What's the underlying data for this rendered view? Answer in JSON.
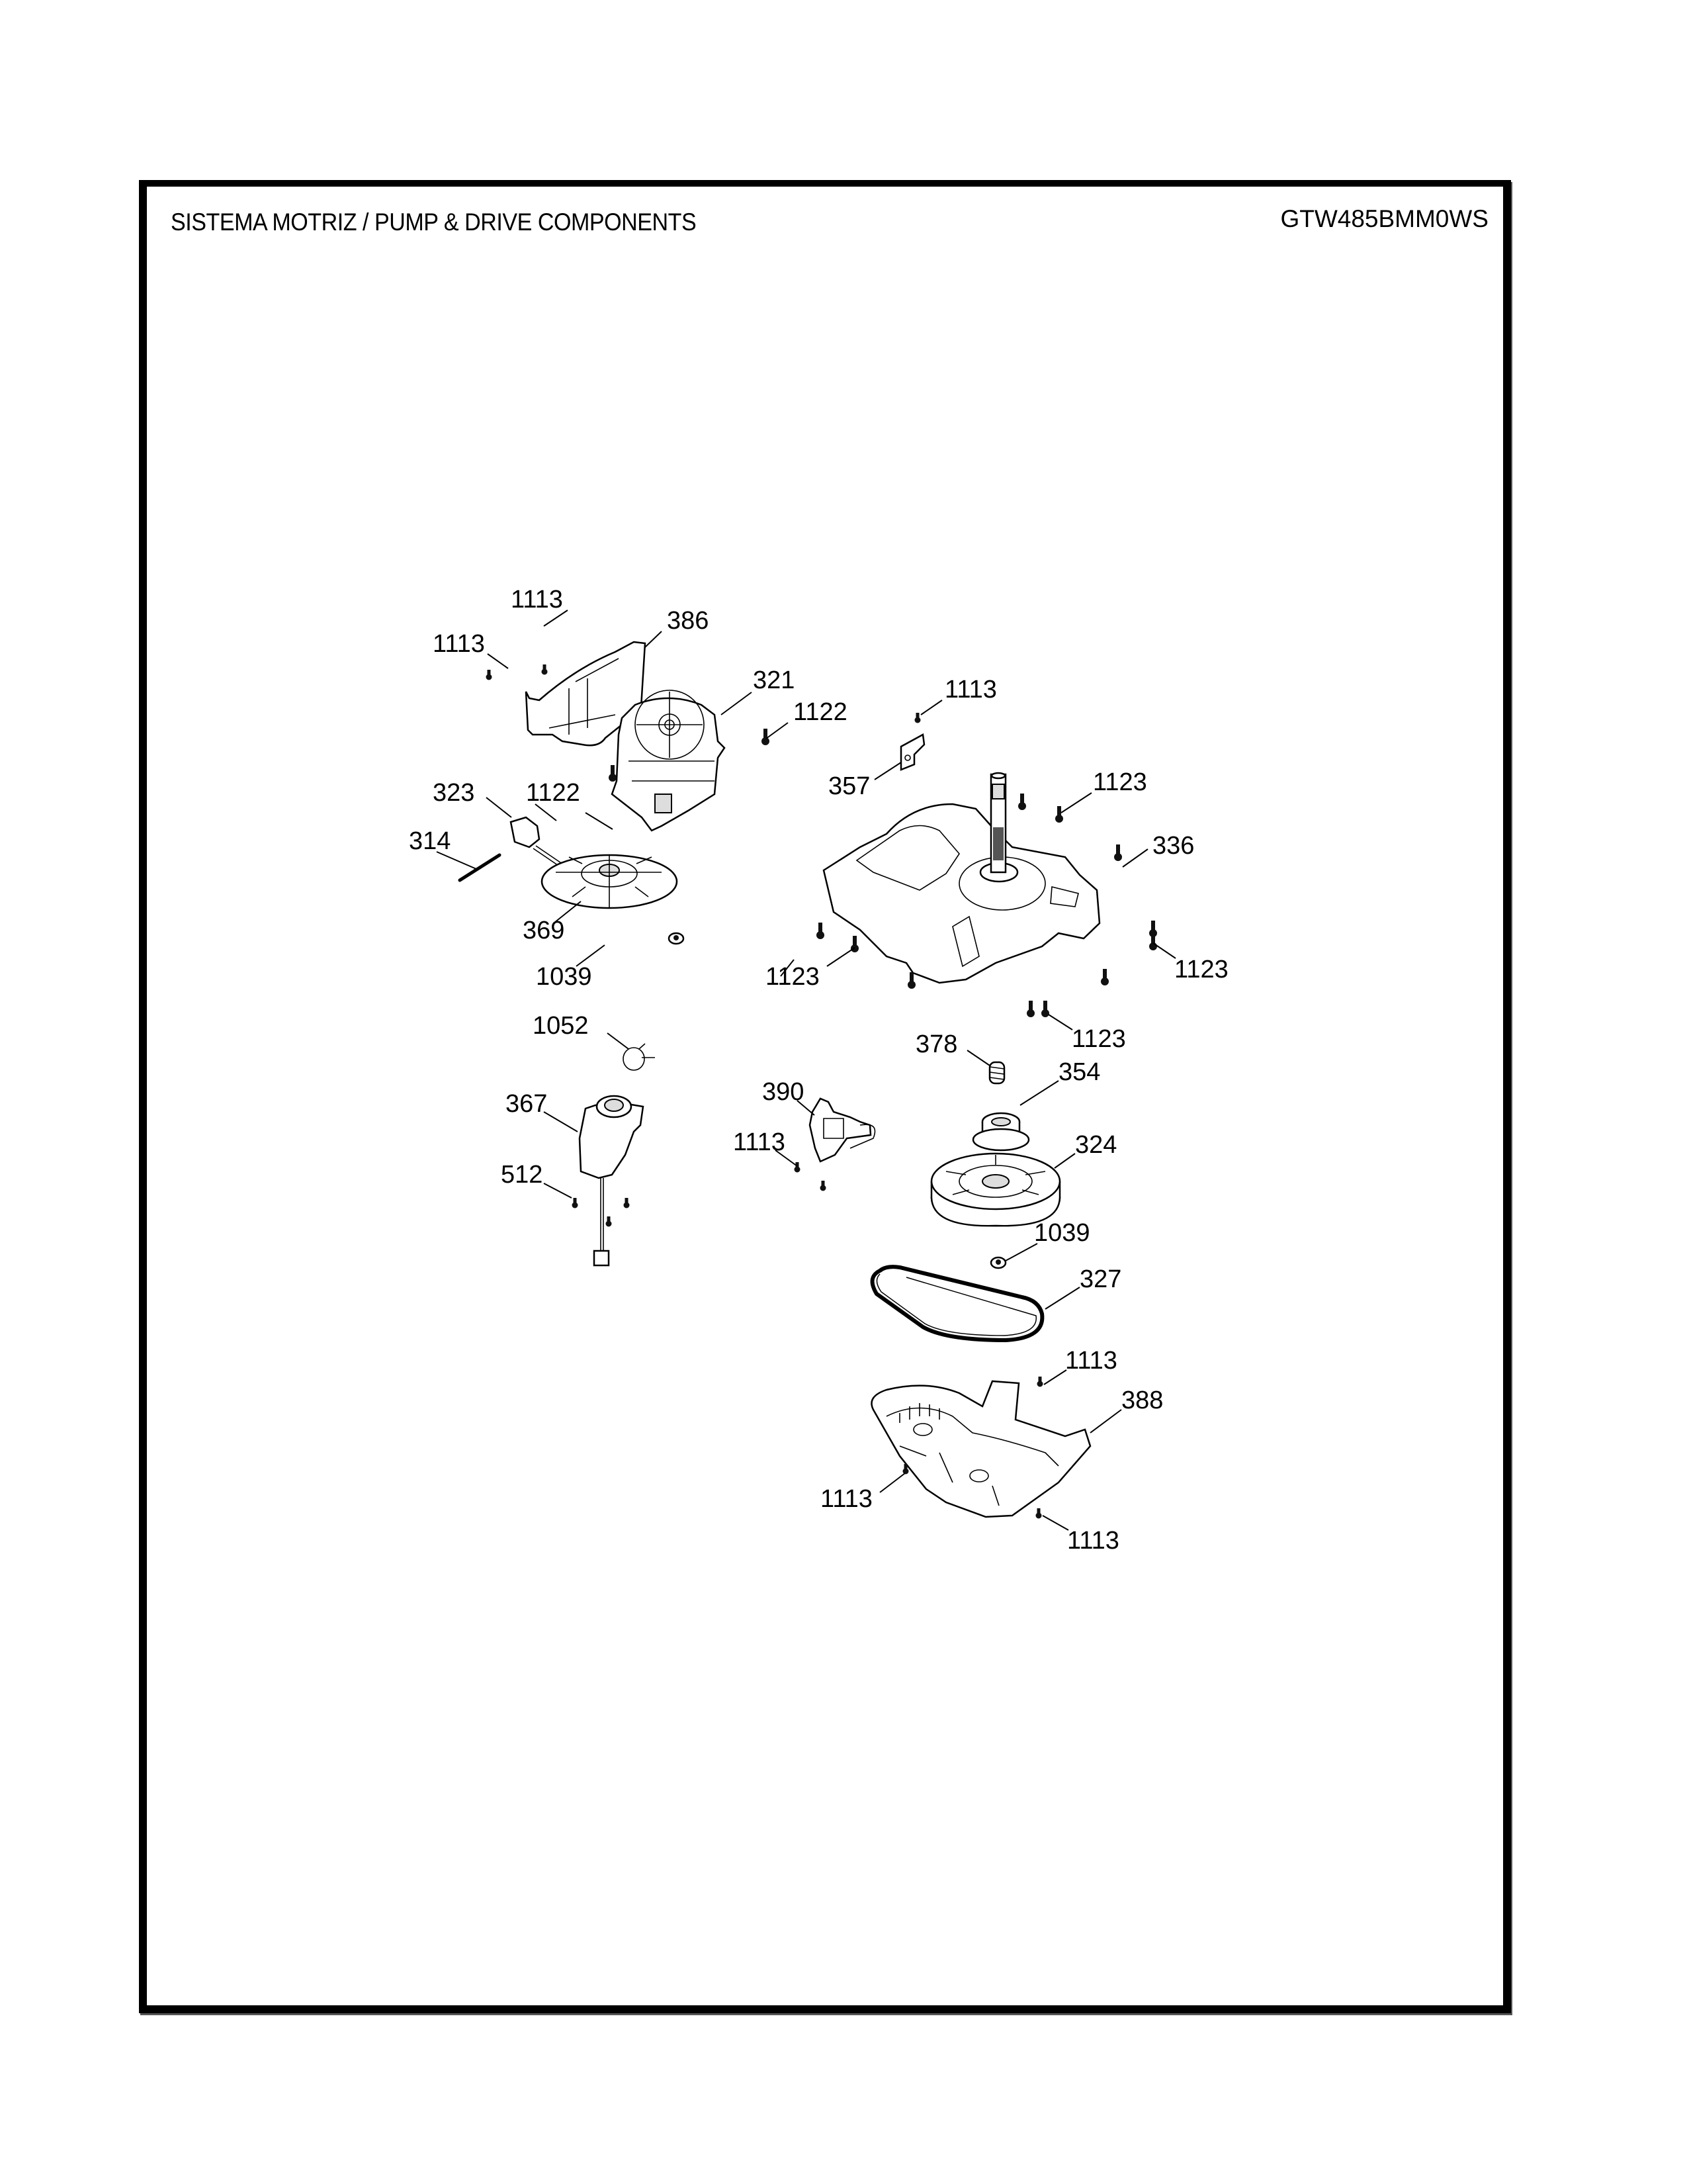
{
  "header": {
    "title": "SISTEMA MOTRIZ / PUMP  & DRIVE COMPONENTS",
    "model": "GTW485BMM0WS"
  },
  "callouts": [
    {
      "id": "c1",
      "label": "1113",
      "part": "screw"
    },
    {
      "id": "c2",
      "label": "386",
      "part": "motor-shield"
    },
    {
      "id": "c3",
      "label": "1113",
      "part": "screw"
    },
    {
      "id": "c4",
      "label": "321",
      "part": "drive-motor"
    },
    {
      "id": "c5",
      "label": "1122",
      "part": "screw"
    },
    {
      "id": "c6",
      "label": "1113",
      "part": "screw"
    },
    {
      "id": "c7",
      "label": "357",
      "part": "bracket"
    },
    {
      "id": "c8",
      "label": "1123",
      "part": "screw"
    },
    {
      "id": "c9",
      "label": "323",
      "part": "harness-connector"
    },
    {
      "id": "c10",
      "label": "1122",
      "part": "screw"
    },
    {
      "id": "c11",
      "label": "314",
      "part": "cable-tie"
    },
    {
      "id": "c12",
      "label": "336",
      "part": "mounting-plate"
    },
    {
      "id": "c13",
      "label": "369",
      "part": "motor-pulley-fan"
    },
    {
      "id": "c14",
      "label": "1039",
      "part": "nut"
    },
    {
      "id": "c15",
      "label": "1123",
      "part": "screw"
    },
    {
      "id": "c16",
      "label": "1123",
      "part": "screw"
    },
    {
      "id": "c17",
      "label": "1123",
      "part": "screw"
    },
    {
      "id": "c18",
      "label": "1052",
      "part": "hose-clamp"
    },
    {
      "id": "c19",
      "label": "378",
      "part": "spring"
    },
    {
      "id": "c20",
      "label": "354",
      "part": "clutch-gear"
    },
    {
      "id": "c21",
      "label": "390",
      "part": "shift-actuator"
    },
    {
      "id": "c22",
      "label": "367",
      "part": "drain-pump"
    },
    {
      "id": "c23",
      "label": "1113",
      "part": "screw"
    },
    {
      "id": "c24",
      "label": "324",
      "part": "drive-pulley"
    },
    {
      "id": "c25",
      "label": "512",
      "part": "screw"
    },
    {
      "id": "c26",
      "label": "1039",
      "part": "nut"
    },
    {
      "id": "c27",
      "label": "327",
      "part": "drive-belt"
    },
    {
      "id": "c28",
      "label": "1113",
      "part": "screw"
    },
    {
      "id": "c29",
      "label": "388",
      "part": "belt-shield"
    },
    {
      "id": "c30",
      "label": "1113",
      "part": "screw"
    },
    {
      "id": "c31",
      "label": "1113",
      "part": "screw"
    }
  ]
}
